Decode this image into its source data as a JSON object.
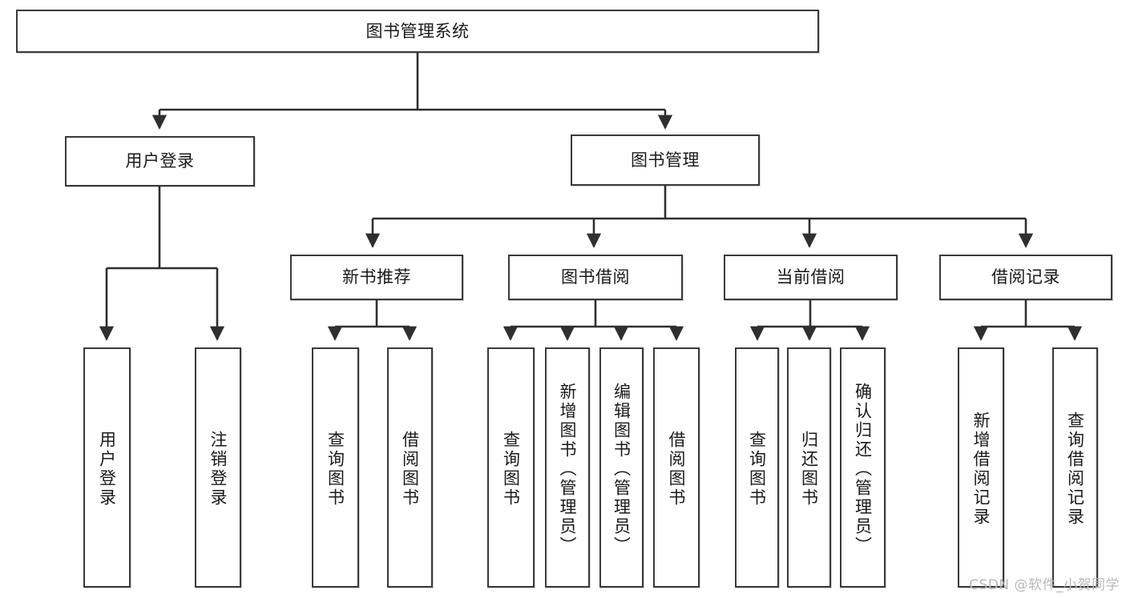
{
  "diagram": {
    "type": "tree-hierarchy",
    "title": "图书管理系统",
    "watermark": "CSDN @软件_小贺同学",
    "colors": {
      "box_border": "#3a3a3a",
      "box_fill": "#ffffff",
      "edge": "#2f2f2f",
      "text": "#1a1a1a",
      "watermark": "#b9b9b9",
      "background": "#ffffff"
    },
    "nodes": {
      "root": {
        "label": "图书管理系统"
      },
      "level1": [
        {
          "label": "用户登录"
        },
        {
          "label": "图书管理"
        }
      ],
      "level2": [
        {
          "label": "新书推荐"
        },
        {
          "label": "图书借阅"
        },
        {
          "label": "当前借阅"
        },
        {
          "label": "借阅记录"
        }
      ],
      "leaves_user_login": [
        {
          "label": "用户登录"
        },
        {
          "label": "注销登录"
        }
      ],
      "leaves_new_book": [
        {
          "label": "查询图书"
        },
        {
          "label": "借阅图书"
        }
      ],
      "leaves_borrow": [
        {
          "label": "查询图书"
        },
        {
          "label": "新增图书（管理员）"
        },
        {
          "label": "编辑图书（管理员）"
        },
        {
          "label": "借阅图书"
        }
      ],
      "leaves_current": [
        {
          "label": "查询图书"
        },
        {
          "label": "归还图书"
        },
        {
          "label": "确认归还（管理员）"
        }
      ],
      "leaves_record": [
        {
          "label": "新增借阅记录"
        },
        {
          "label": "查询借阅记录"
        }
      ]
    }
  }
}
